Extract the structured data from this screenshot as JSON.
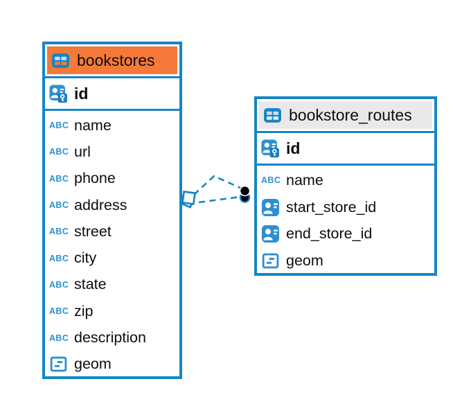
{
  "diagram": {
    "kind": "entity-relationship",
    "background": "#ffffff"
  },
  "colors": {
    "table_border_blue": "#1585c7",
    "icon_blue": "#2e90d1",
    "bookstores_header": "#f5793b",
    "routes_header": "#e9e9e9",
    "text": "#0d0d0d",
    "relationship_line": "#1585c7",
    "endpoint_dot": "#000000"
  },
  "type_icons": {
    "text_label": "ABC"
  },
  "tables": [
    {
      "name": "bookstores",
      "header_color": "#f5793b",
      "primary_key": {
        "name": "id"
      },
      "columns": [
        {
          "name": "name",
          "type": "text"
        },
        {
          "name": "url",
          "type": "text"
        },
        {
          "name": "phone",
          "type": "text"
        },
        {
          "name": "address",
          "type": "text"
        },
        {
          "name": "street",
          "type": "text"
        },
        {
          "name": "city",
          "type": "text"
        },
        {
          "name": "state",
          "type": "text"
        },
        {
          "name": "zip",
          "type": "text"
        },
        {
          "name": "description",
          "type": "text"
        },
        {
          "name": "geom",
          "type": "geometry"
        }
      ]
    },
    {
      "name": "bookstore_routes",
      "header_color": "#e9e9e9",
      "primary_key": {
        "name": "id"
      },
      "columns": [
        {
          "name": "name",
          "type": "text"
        },
        {
          "name": "start_store_id",
          "type": "reference"
        },
        {
          "name": "end_store_id",
          "type": "reference"
        },
        {
          "name": "geom",
          "type": "geometry"
        }
      ]
    }
  ],
  "relationships": [
    {
      "source_table": "bookstores",
      "target_table": "bookstore_routes",
      "line_style": "dashed",
      "source_marker": "diamond",
      "target_marker": "dot"
    },
    {
      "source_table": "bookstores",
      "target_table": "bookstore_routes",
      "line_style": "dashed",
      "source_marker": "diamond",
      "target_marker": "dot"
    }
  ]
}
